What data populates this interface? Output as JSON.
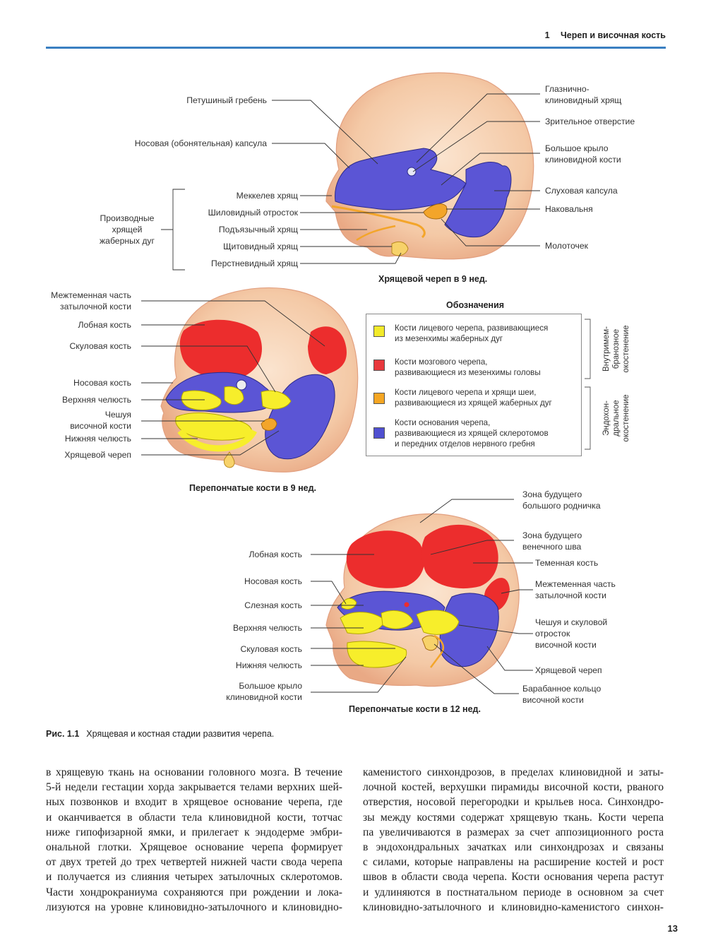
{
  "header": {
    "chapter_number": "1",
    "chapter_title": "Череп и височная кость"
  },
  "figure1": {
    "caption": "Хрящевой череп в 9 нед.",
    "left_labels": [
      "Петушиный гребень",
      "Носовая (обонятельная) капсула",
      "Меккелев хрящ",
      "Шиловидный отросток",
      "Подъязычный хрящ",
      "Щитовидный хрящ",
      "Перстневидный хрящ"
    ],
    "group_label": [
      "Производные",
      "хрящей",
      "жаберных дуг"
    ],
    "right_labels": [
      [
        "Глазнично-",
        "клиновидный хрящ"
      ],
      [
        "Зрительное отверстие"
      ],
      [
        "Большое крыло",
        "клиновидной кости"
      ],
      [
        "Слуховая капсула"
      ],
      [
        "Наковальня"
      ],
      [
        "Молоточек"
      ]
    ]
  },
  "figure2": {
    "caption": "Перепончатые кости в 9 нед.",
    "left_labels": [
      [
        "Межтеменная часть",
        "затылочной кости"
      ],
      [
        "Лобная кость"
      ],
      [
        "Скуловая кость"
      ],
      [
        "Носовая кость"
      ],
      [
        "Верхняя челюсть"
      ],
      [
        "Чешуя",
        "височной кости"
      ],
      [
        "Нижняя челюсть"
      ],
      [
        "Хрящевой череп"
      ]
    ]
  },
  "legend": {
    "title": "Обозначения",
    "items": [
      {
        "color": "#f2ea2a",
        "lines": [
          "Кости лицевого черепа, развивающиеся",
          "из мезенхимы жаберных дуг"
        ]
      },
      {
        "color": "#e8383d",
        "lines": [
          "Кости мозгового черепа,",
          "развивающиеся из мезенхимы головы"
        ]
      },
      {
        "color": "#f5a623",
        "lines": [
          "Кости лицевого черепа и хрящи шеи,",
          "развивающиеся из хрящей жаберных дуг"
        ]
      },
      {
        "color": "#4f4fd0",
        "lines": [
          "Кости основания черепа,",
          "развивающиеся из хрящей склеротомов",
          "и передних отделов нервного гребня"
        ]
      }
    ],
    "side_upper": [
      "Внутримем-",
      "бранозное",
      "окостенение"
    ],
    "side_lower": [
      "Эндохон-",
      "дральное",
      "окостенение"
    ]
  },
  "figure3": {
    "caption": "Перепончатые кости в 12 нед.",
    "left_labels": [
      [
        "Лобная кость"
      ],
      [
        "Носовая кость"
      ],
      [
        "Слезная кость"
      ],
      [
        "Верхняя челюсть"
      ],
      [
        "Скуловая кость"
      ],
      [
        "Нижняя челюсть"
      ],
      [
        "Большое крыло",
        "клиновидной кости"
      ]
    ],
    "right_labels": [
      [
        "Зона будущего",
        "большого родничка"
      ],
      [
        "Зона будущего",
        "венечного шва"
      ],
      [
        "Теменная кость"
      ],
      [
        "Межтеменная часть",
        "затылочной кости"
      ],
      [
        "Чешуя и скуловой",
        "отросток",
        "височной кости"
      ],
      [
        "Хрящевой череп"
      ],
      [
        "Барабанное кольцо",
        "височной кости"
      ]
    ]
  },
  "figure_caption": {
    "number": "Рис. 1.1",
    "text": "Хрящевая и костная стадии развития черепа."
  },
  "body": {
    "left_column": [
      "в хрящевую ткань на основании головного мозга. В течение",
      "5-й недели гестации хорда закрывается телами верхних шей-",
      "ных позвонков и входит в хрящевое основание черепа, где",
      "и оканчивается в области тела клиновидной кости, тотчас",
      "ниже гипофизарной ямки, и прилегает к эндодерме эмбри-",
      "ональной глотки. Хрящевое основание черепа формирует",
      "от двух третей до трех четвертей нижней части свода черепа",
      "и получается из слияния четырех затылочных склеротомов.",
      "Части хондрокраниума сохраняются при рождении и лока-",
      "лизуются на уровне клиновидно-затылочного и клиновидно-"
    ],
    "right_column": [
      "каменистого синхондрозов, в пределах клиновидной и заты-",
      "лочной костей, верхушки пирамиды височной кости, рваного",
      "отверстия, носовой перегородки и крыльев носа. Синхондро-",
      "зы между костями содержат хрящевую ткань. Кости черепа",
      "па увеличиваются в размерах за счет аппозиционного роста",
      "в эндохондральных зачатках или синхондрозах и связаны",
      "с силами, которые направлены на расширение костей и рост",
      "швов в области свода черепа. Кости основания черепа растут",
      "и удлиняются в постнатальном периоде в основном за счет",
      "клиновидно-затылочного и клиновидно-каменистого синхон-"
    ]
  },
  "page_number": "13",
  "colors": {
    "header_rule": "#3a7fc1",
    "skin": "#f6cfae",
    "blue": "#5a55d6",
    "red": "#ea2c2c",
    "yellow": "#f7ee2b",
    "orange": "#f4a623"
  }
}
